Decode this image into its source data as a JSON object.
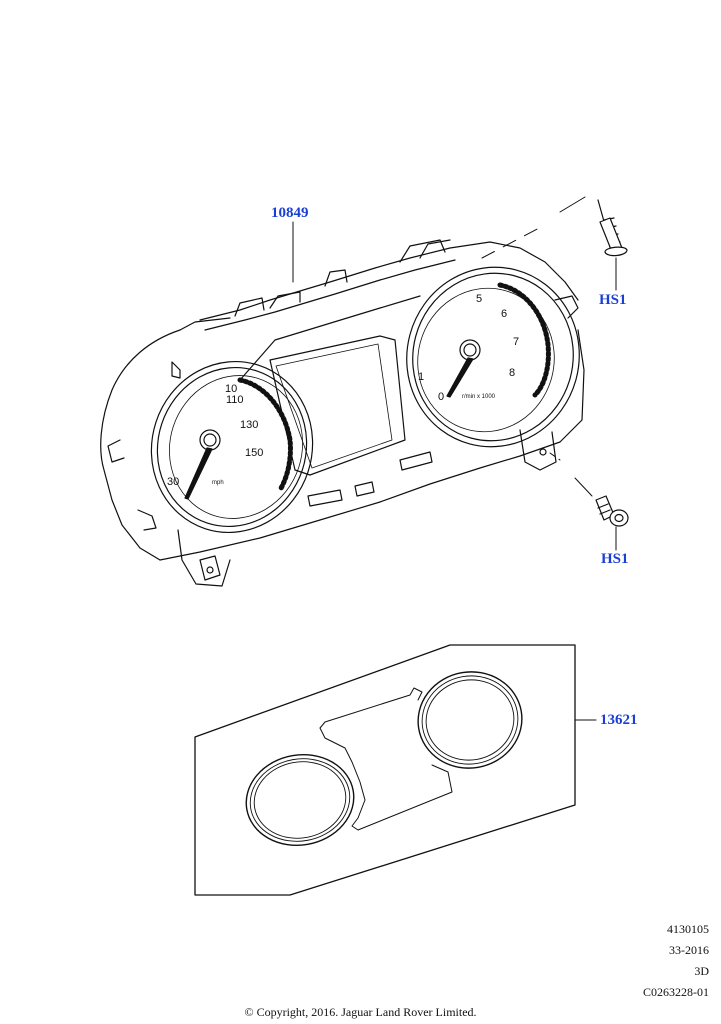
{
  "callouts": {
    "cluster": "10849",
    "screw_upper": "HS1",
    "screw_lower": "HS1",
    "bezel": "13621"
  },
  "dials": {
    "speedo_numbers": [
      "10",
      "110",
      "130",
      "150",
      "30"
    ],
    "speedo_unit": "mph",
    "tacho_numbers": [
      "5",
      "6",
      "7",
      "8",
      "1",
      "0"
    ],
    "tacho_unit": "r/min x 1000"
  },
  "meta": {
    "line1": "4130105",
    "line2": "33-2016",
    "line3": "3D",
    "line4": "C0263228-01"
  },
  "copyright": "© Copyright, 2016. Jaguar Land Rover Limited."
}
